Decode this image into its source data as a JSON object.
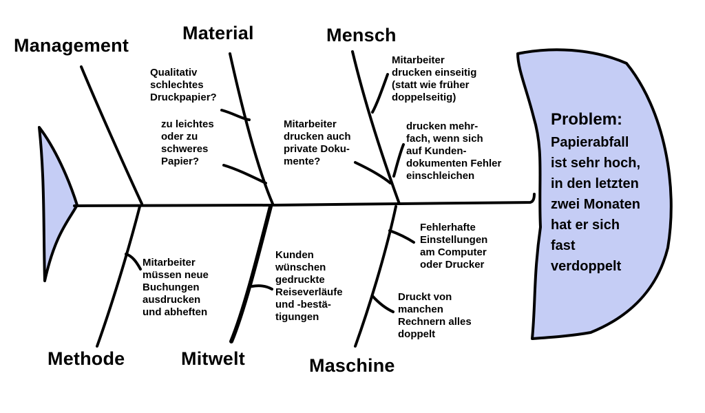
{
  "diagram": {
    "type": "fishbone",
    "colors": {
      "fill": "#c5cdf5",
      "line": "#000000"
    },
    "problem": {
      "title": "Problem:",
      "text": "Papierabfall\nist sehr hoch,\nin den letzten\nzwei Monaten\nhat er sich\nfast\nverdoppelt"
    },
    "categories": {
      "management": {
        "label": "Management",
        "causes": []
      },
      "material": {
        "label": "Material",
        "causes": [
          "Qualitativ\nschlechtes\nDruckpapier?",
          "zu leichtes\noder zu\nschweres\nPapier?"
        ]
      },
      "mensch": {
        "label": "Mensch",
        "causes": [
          "Mitarbeiter\ndrucken einseitig\n(statt wie früher\ndoppelseitig)",
          "Mitarbeiter\ndrucken auch\nprivate Doku-\nmente?",
          "drucken mehr-\nfach, wenn sich\nauf Kunden-\ndokumenten Fehler\neinschleichen"
        ]
      },
      "methode": {
        "label": "Methode",
        "causes": [
          "Mitarbeiter\nmüssen neue\nBuchungen\nausdrucken\nund abheften"
        ]
      },
      "mitwelt": {
        "label": "Mitwelt",
        "causes": [
          "Kunden\nwünschen\ngedruckte\nReiseverläufe\nund -bestä-\ntigungen"
        ]
      },
      "maschine": {
        "label": "Maschine",
        "causes": [
          "Fehlerhafte\nEinstellungen\nam Computer\noder Drucker",
          "Druckt von\nmanchen\nRechnern alles\ndoppelt"
        ]
      }
    }
  }
}
